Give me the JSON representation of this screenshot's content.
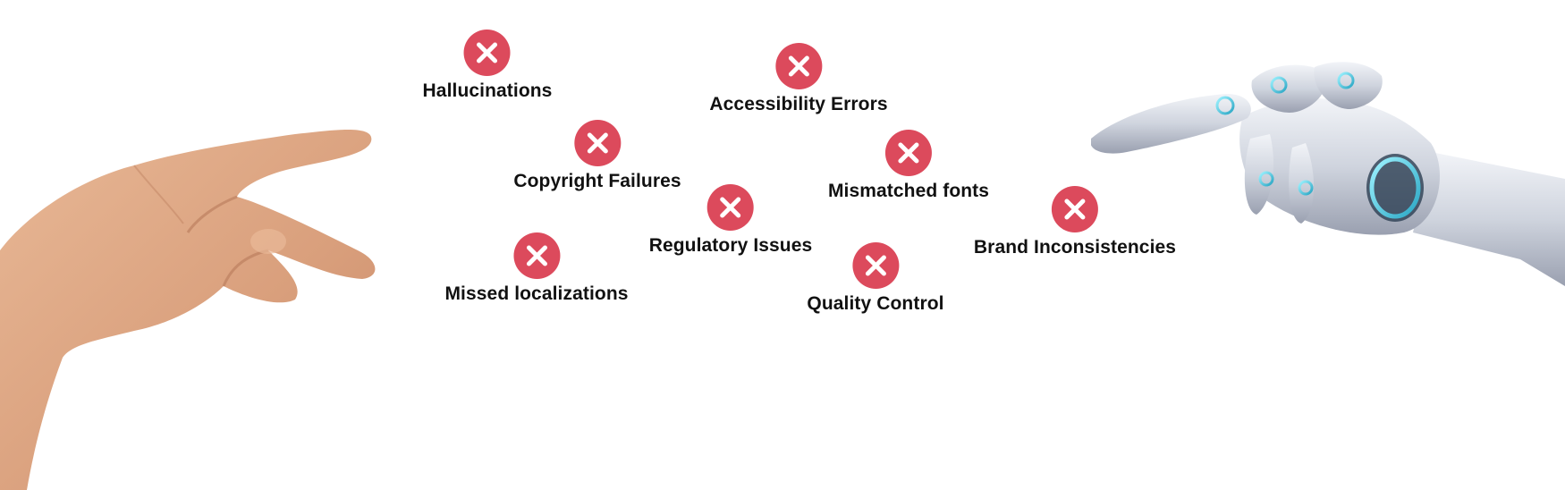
{
  "colors": {
    "x_icon": "#dc4a5c",
    "label_text": "#111111",
    "background": "#ffffff"
  },
  "images": {
    "left": "human-hand",
    "right": "robot-hand"
  },
  "issues": [
    {
      "label": "Hallucinations",
      "icon": "x-circle-icon"
    },
    {
      "label": "Accessibility Errors",
      "icon": "x-circle-icon"
    },
    {
      "label": "Copyright Failures",
      "icon": "x-circle-icon"
    },
    {
      "label": "Mismatched fonts",
      "icon": "x-circle-icon"
    },
    {
      "label": "Regulatory Issues",
      "icon": "x-circle-icon"
    },
    {
      "label": "Brand Inconsistencies",
      "icon": "x-circle-icon"
    },
    {
      "label": "Missed localizations",
      "icon": "x-circle-icon"
    },
    {
      "label": "Quality Control",
      "icon": "x-circle-icon"
    }
  ]
}
